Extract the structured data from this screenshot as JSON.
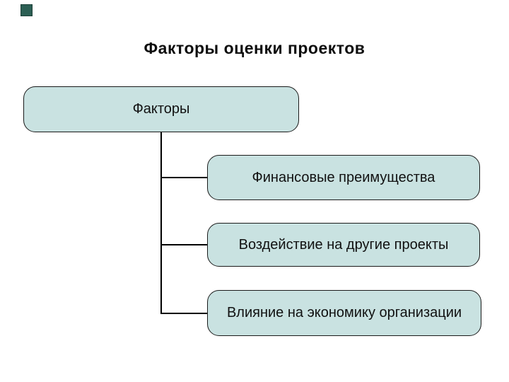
{
  "slide": {
    "background_color": "#ffffff",
    "decoration": {
      "corner_square_color": "#2c5f54"
    },
    "title": "Факторы оценки проектов",
    "diagram": {
      "root": {
        "label": "Факторы"
      },
      "children": [
        {
          "label": "Финансовые преимущества"
        },
        {
          "label": "Воздействие на другие проекты"
        },
        {
          "label": "Влияние на экономику организации"
        }
      ],
      "colors": {
        "box_fill": "#c9e2e1",
        "box_border": "#1a1a1a",
        "connector": "#000000",
        "text": "#111111",
        "title_text": "#0d0d0d"
      }
    }
  }
}
